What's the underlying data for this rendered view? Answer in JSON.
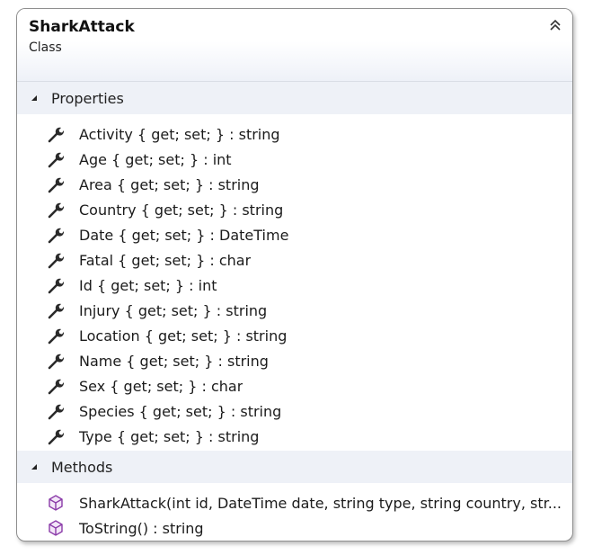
{
  "class": {
    "name": "SharkAttack",
    "kind": "Class"
  },
  "sections": {
    "properties": {
      "label": "Properties",
      "items": [
        "Activity { get; set; } : string",
        "Age { get; set; } : int",
        "Area { get; set; } : string",
        "Country { get; set; } : string",
        "Date { get; set; } : DateTime",
        "Fatal { get; set; } : char",
        "Id { get; set; } : int",
        "Injury { get; set; } : string",
        "Location { get; set; } : string",
        "Name { get; set; } : string",
        "Sex { get; set; } : char",
        "Species { get; set; } : string",
        "Type { get; set; } : string"
      ],
      "icon": "wrench-icon"
    },
    "methods": {
      "label": "Methods",
      "items": [
        "SharkAttack(int id, DateTime date, string type, string country, str...",
        "ToString() : string"
      ],
      "icon": "method-cube-icon"
    }
  },
  "colors": {
    "border": "#8e8e8e",
    "section_bg": "#eef1f7",
    "method_icon": "#8a3aa8"
  }
}
